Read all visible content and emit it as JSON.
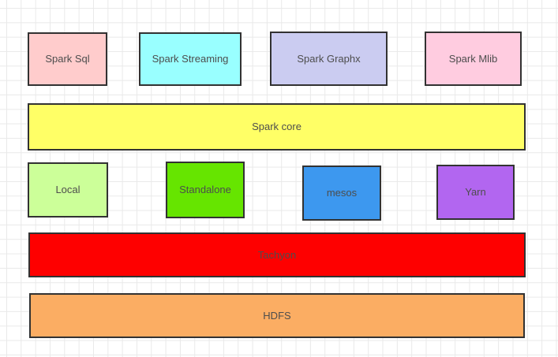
{
  "canvas": {
    "background": "#ffffff",
    "grid_color": "#e9e9e9",
    "shape_border_color": "#323232",
    "text_color": "#4d4d4d"
  },
  "diagram": {
    "description": "Spark ecosystem architecture stack diagram on a gridded drawing canvas",
    "boxes": [
      {
        "label": "Spark Sql",
        "fill": "#ffcccc"
      },
      {
        "label": "Spark Streaming",
        "fill": "#99ffff"
      },
      {
        "label": "Spark Graphx",
        "fill": "#cbccf1"
      },
      {
        "label": "Spark Mlib",
        "fill": "#ffcce0"
      },
      {
        "label": "Spark core",
        "fill": "#ffff66"
      },
      {
        "label": "Local",
        "fill": "#ccff99"
      },
      {
        "label": "Standalone",
        "fill": "#66e500"
      },
      {
        "label": "mesos",
        "fill": "#3d98ef"
      },
      {
        "label": "Yarn",
        "fill": "#b266f0"
      },
      {
        "label": "Tachyon",
        "fill": "#fe0000"
      },
      {
        "label": "HDFS",
        "fill": "#fbad63"
      }
    ]
  }
}
